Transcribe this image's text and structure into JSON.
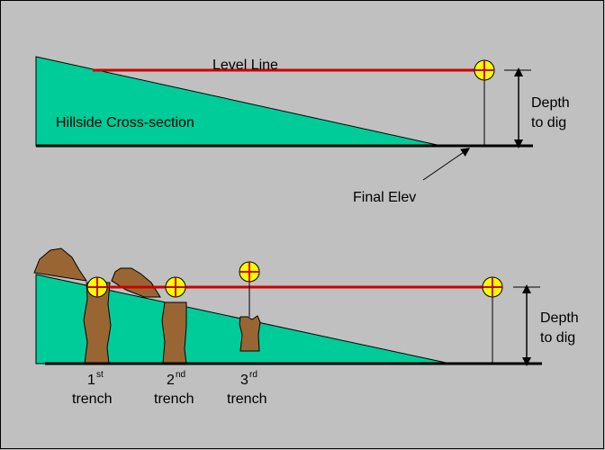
{
  "top_panel": {
    "level_line_label": "Level Line",
    "hillside_label": "Hillside Cross-section",
    "depth_label_line1": "Depth",
    "depth_label_line2": "to dig",
    "final_elev_label": "Final Elev"
  },
  "bottom_panel": {
    "depth_label_line1": "Depth",
    "depth_label_line2": "to dig",
    "trenches": [
      {
        "number": "1",
        "suffix": "st",
        "word": "trench"
      },
      {
        "number": "2",
        "suffix": "nd",
        "word": "trench"
      },
      {
        "number": "3",
        "suffix": "rd",
        "word": "trench"
      }
    ]
  },
  "colors": {
    "background": "#c0c0c0",
    "hillside": "#00cc99",
    "level_line": "#cc0000",
    "level_marker": "#ffff00",
    "soil": "#996633",
    "ground": "#000000"
  }
}
